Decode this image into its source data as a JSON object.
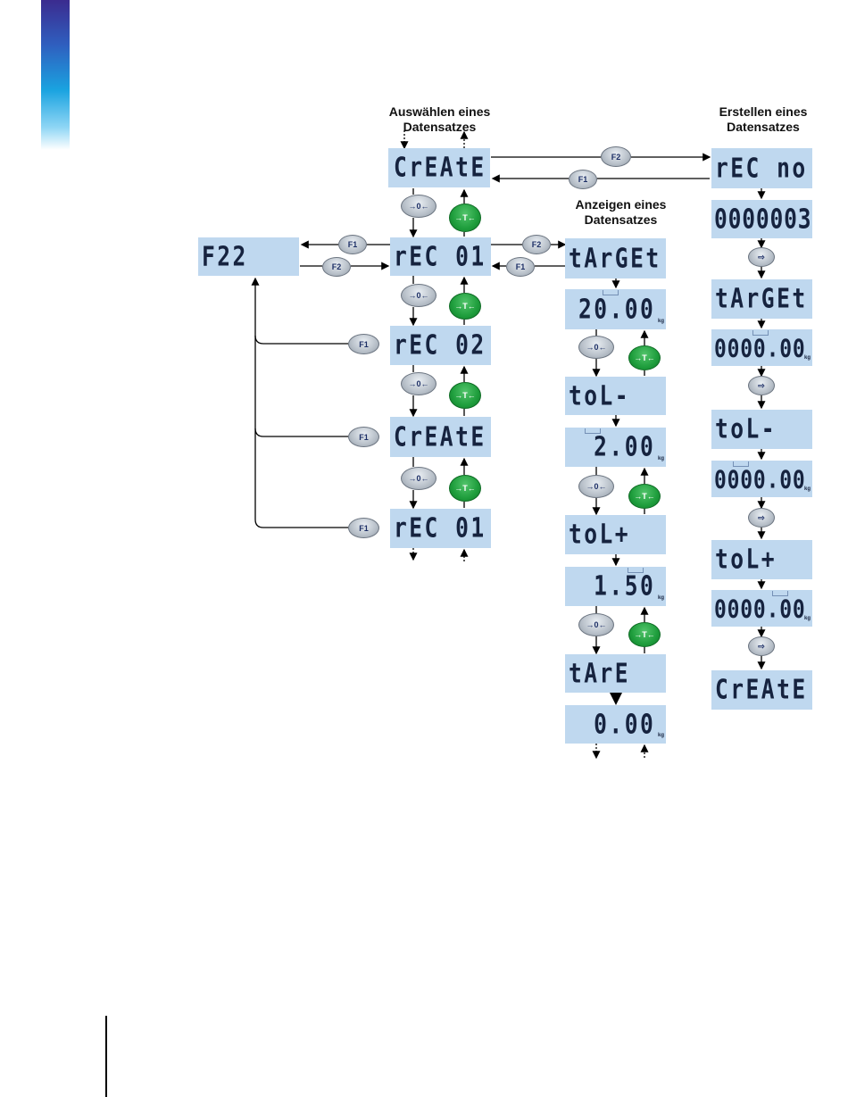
{
  "headings": {
    "select": "Auswählen eines\nDatensatzes",
    "view": "Anzeigen eines\nDatensatzes",
    "create": "Erstellen eines\nDatensatzes"
  },
  "side_mark": "",
  "displays": {
    "create_top": "CrEAtE",
    "f22": "F22",
    "rec01_a": "rEC 01",
    "rec02": "rEC 02",
    "create_mid": "CrEAtE",
    "rec01_b": "rEC 01",
    "target_view": "tArGEt",
    "target_val": "20.00",
    "tol_minus_view": "toL-",
    "tol_minus_val": "2.00",
    "tol_plus_view": "toL+",
    "tol_plus_val": "1.50",
    "tare_view": "tArE",
    "tare_val": "0.00",
    "rec_no": "rEC no.",
    "rec_no_val": "0000003",
    "target_create": "tArGEt",
    "target_create_val": "0000.00",
    "tol_minus_create": "toL-",
    "tol_minus_create_val": "0000.00",
    "tol_plus_create": "toL+",
    "tol_plus_create_val": "0000.00",
    "create_end": "CrEAtE"
  },
  "unit": "kg",
  "buttons": {
    "f1": "F1",
    "f2": "F2",
    "zero": "→0←",
    "tare": "→T←",
    "enter": "⇨"
  },
  "colors": {
    "lcd_background": "#bfd8ef",
    "lcd_segments": "#16233f",
    "grey_button": "#b8c0c9",
    "green_button": "#1e9d3c"
  }
}
